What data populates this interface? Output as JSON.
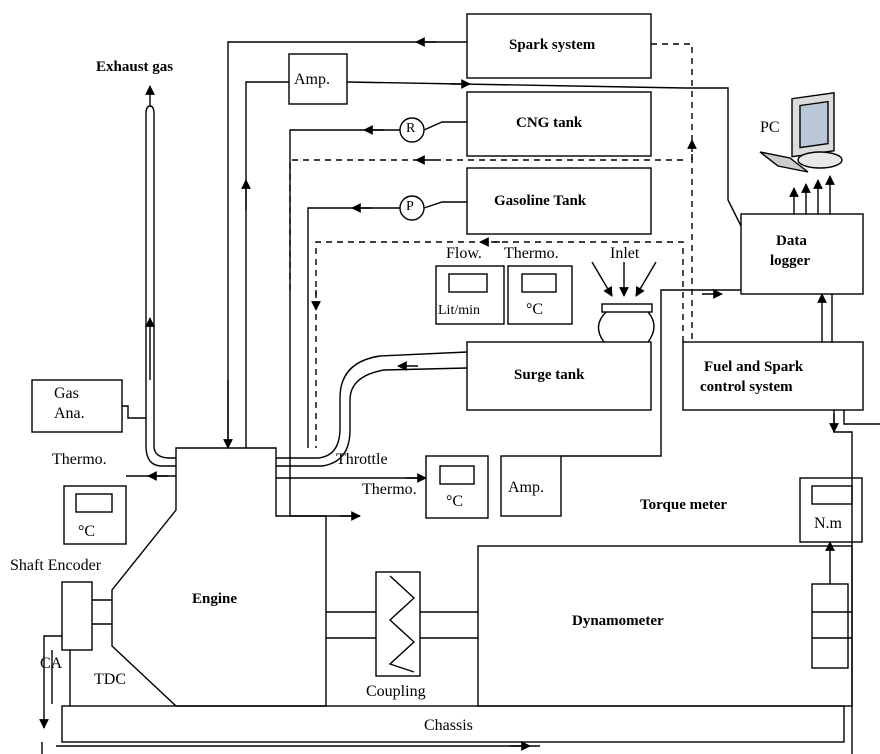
{
  "labels": {
    "exhaust_gas": "Exhaust gas",
    "spark_system": "Spark system",
    "amp_top": "Amp.",
    "cng_tank": "CNG tank",
    "regulator": "R",
    "pump": "P",
    "gasoline_tank": "Gasoline Tank",
    "pc": "PC",
    "data_logger_1": "Data",
    "data_logger_2": "logger",
    "flow": "Flow.",
    "thermo_inlet": "Thermo.",
    "inlet": "Inlet",
    "lit_min": "Lit/min",
    "deg_c": "°C",
    "surge_tank": "Surge tank",
    "fuel_spark_1": "Fuel and Spark",
    "fuel_spark_2": "control system",
    "gas_ana_1": "Gas",
    "gas_ana_2": "Ana.",
    "thermo_left": "Thermo.",
    "throttle": "Throttle",
    "thermo_mid": "Thermo.",
    "amp_mid": "Amp.",
    "torque_meter": "Torque meter",
    "nm": "N.m",
    "shaft_encoder": "Shaft Encoder",
    "engine": "Engine",
    "dynamometer": "Dynamometer",
    "coupling": "Coupling",
    "ca": "CA",
    "tdc": "TDC",
    "chassis": "Chassis"
  }
}
